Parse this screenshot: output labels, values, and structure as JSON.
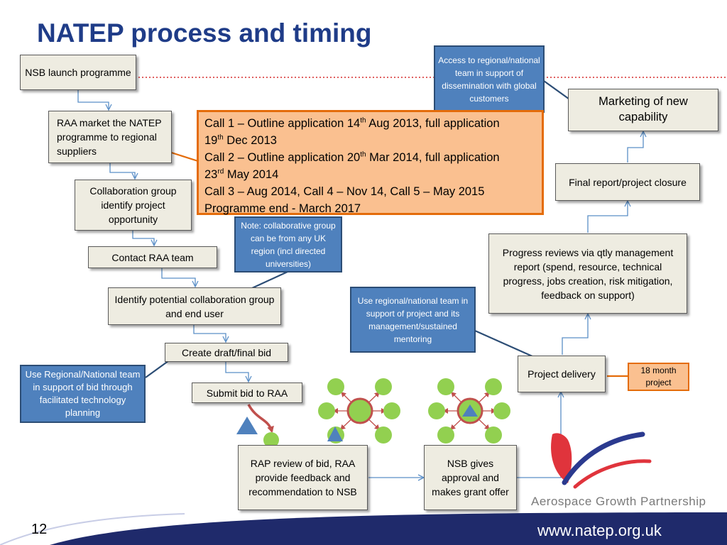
{
  "title": "NATEP process and timing",
  "flow_left": {
    "nsb_launch": "NSB launch programme",
    "raa_market": "RAA market the NATEP programme to regional suppliers",
    "collab_group": "Collaboration group identify project opportunity",
    "contact_raa": "Contact RAA team",
    "identify_collab": "Identify potential collaboration group and end user",
    "create_bid": "Create draft/final bid",
    "submit_bid": "Submit bid to RAA"
  },
  "flow_bottom": {
    "rap_review": "RAP review of bid, RAA provide feedback and recommendation to NSB",
    "nsb_gives": "NSB gives approval and makes grant offer"
  },
  "flow_right": {
    "project_delivery": "Project delivery",
    "progress_reviews": "Progress reviews via qtly management report (spend, resource, technical progress, jobs creation, risk mitigation, feedback on support)",
    "final_report": "Final report/project closure",
    "marketing": "Marketing of new capability"
  },
  "notes": {
    "access": "Access to regional/national team in support of dissemination with global customers",
    "collab_note": "Note: collaborative group can be from any UK region (incl directed universities)",
    "use_regional": "Use regional/national team in support of project and its management/sustained mentoring",
    "use_regional_bid": "Use Regional/National team in support of bid through facilitated technology planning",
    "eighteen_month": "18 month project"
  },
  "calls": {
    "call1_a": "Call 1 –  Outline application 14",
    "call1_sup1": "th",
    "call1_b": " Aug 2013, full application",
    "call1_c": "19",
    "call1_sup2": "th",
    "call1_d": " Dec 2013",
    "call2_a": "Call 2 – Outline application 20",
    "call2_sup1": "th",
    "call2_b": " Mar 2014, full application",
    "call2_c": "23",
    "call2_sup2": "rd",
    "call2_d": " May 2014",
    "call3": "Call 3 – Aug 2014, Call 4 – Nov 14, Call 5 – May 2015",
    "end": "Programme end  - March 2017"
  },
  "logo": {
    "text": "Aerospace Growth Partnership"
  },
  "footer": {
    "page_number": "12",
    "url": "www.natep.org.uk"
  },
  "colors": {
    "title": "#1f3c88",
    "box_fill": "#eeece1",
    "note_blue": "#4f81bd",
    "highlight_orange": "#fac090",
    "orange_border": "#e46c0a",
    "footer_navy": "#1f2a6b",
    "node_green": "#92d050",
    "hub_red": "#c0504d"
  }
}
